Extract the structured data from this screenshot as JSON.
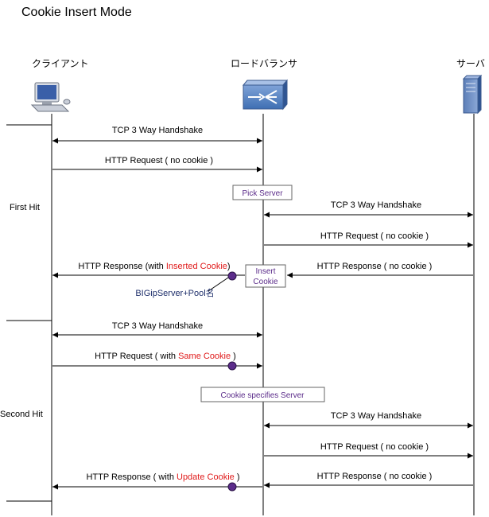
{
  "title": "Cookie Insert Mode",
  "actors": {
    "client": "クライアント",
    "lb": "ロードバランサ",
    "server": "サーバ"
  },
  "phases": {
    "first": "First Hit",
    "second": "Second Hit"
  },
  "first_hit": {
    "handshake_client": "TCP 3 Way Handshake",
    "request_client": "HTTP Request ( no cookie )",
    "pick_server": "Pick Server",
    "handshake_server": "TCP 3 Way Handshake",
    "request_server": "HTTP Request ( no cookie )",
    "response_server": "HTTP Response ( no cookie )",
    "insert_cookie_line1": "Insert",
    "insert_cookie_line2": "Cookie",
    "response_client_prefix": "HTTP Response (with ",
    "response_client_highlight": "Inserted Cookie",
    "response_client_suffix": ")",
    "cookie_name": "BIGipServer+Pool名"
  },
  "second_hit": {
    "handshake_client": "TCP 3 Way Handshake",
    "request_client_prefix": "HTTP Request ( with ",
    "request_client_highlight": "Same Cookie",
    "request_client_suffix": " )",
    "cookie_specifies": "Cookie specifies Server",
    "handshake_server": "TCP 3 Way Handshake",
    "request_server": "HTTP Request ( no cookie )",
    "response_server": "HTTP Response ( no cookie )",
    "response_client_prefix": "HTTP Response ( with ",
    "response_client_highlight": "Update Cookie",
    "response_client_suffix": " )"
  },
  "colors": {
    "cookie_highlight": "#e01b1b",
    "box_text": "#5b2c8a",
    "cookie_dot": "#5b2c8a",
    "cookie_name_text": "#1e2f6b"
  },
  "icons": {
    "client": "computer-icon",
    "lb": "load-balancer-icon",
    "server": "server-tower-icon"
  }
}
